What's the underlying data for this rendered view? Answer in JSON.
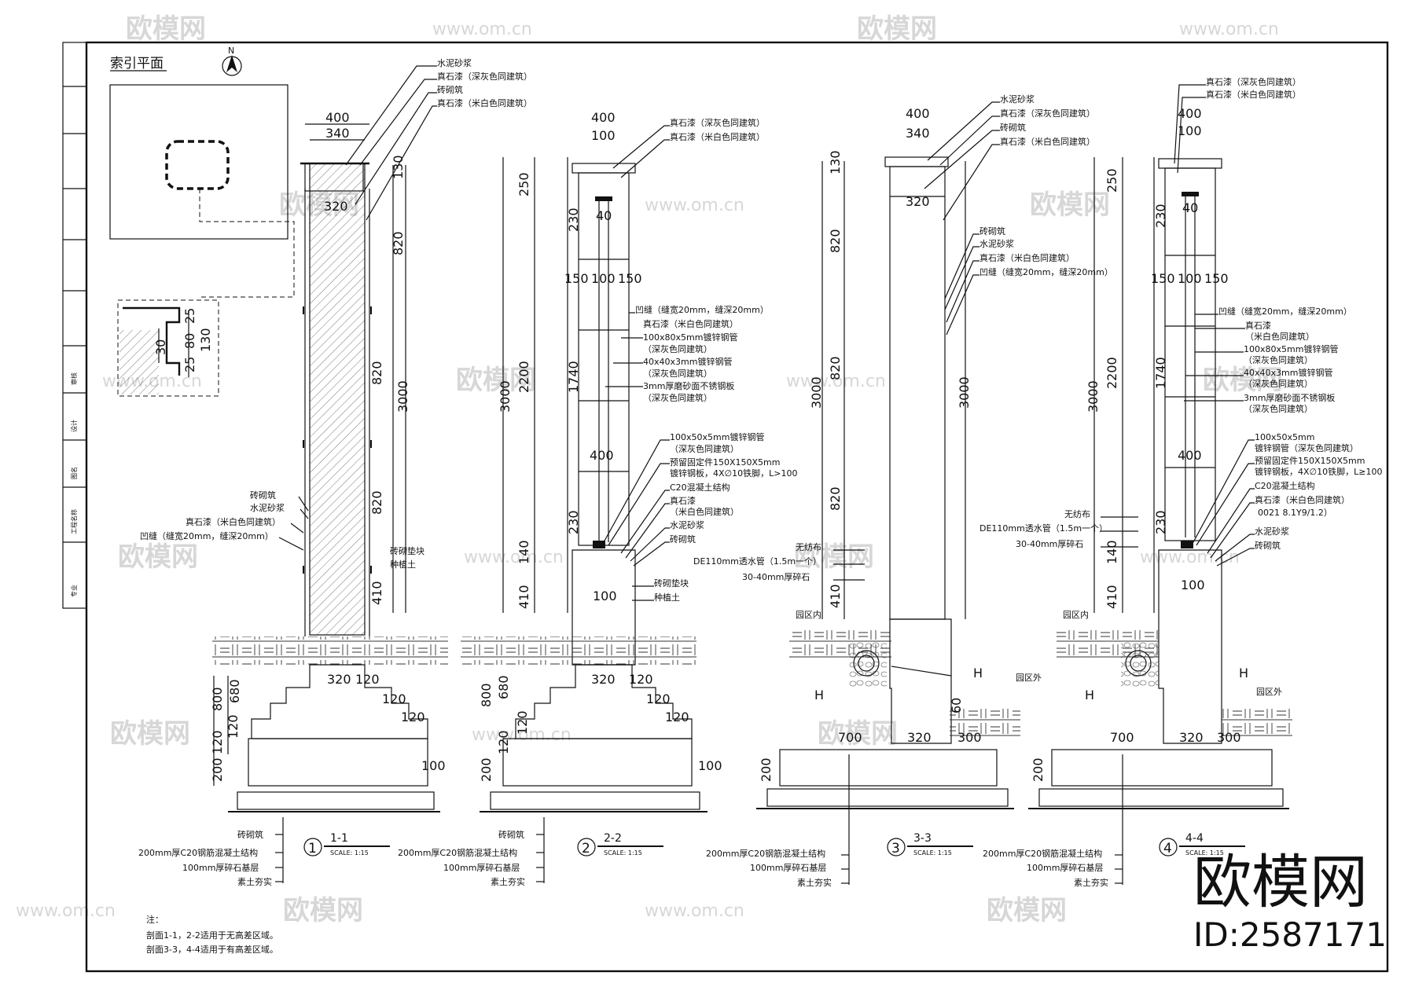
{
  "index_plan": {
    "title": "索引平面",
    "north_label": "N"
  },
  "detail": {
    "dims": [
      "25",
      "80",
      "25",
      "130",
      "30"
    ]
  },
  "sections": [
    {
      "number": "1",
      "title": "1-1",
      "scale": "SCALE:  1:15",
      "top_dims": [
        "400",
        "340",
        "320"
      ],
      "side_dims": [
        "130",
        "820",
        "820",
        "820",
        "3000",
        "410",
        "800",
        "680",
        "120",
        "120",
        "200"
      ],
      "base_dims": [
        "320",
        "120",
        "120",
        "120",
        "100"
      ],
      "top_labels": [
        "水泥砂浆",
        "真石漆（深灰色同建筑）",
        "砖砌筑",
        "真石漆（米白色同建筑）"
      ],
      "side_labels": [
        "砖砌筑",
        "水泥砂浆",
        "真石漆（米白色同建筑）",
        "凹缝（缝宽20mm，缝深20mm）"
      ],
      "right_labels": [
        "砖砌垫块",
        "种植土"
      ],
      "bottom_labels": [
        "砖砌筑",
        "200mm厚C20钢筋混凝土结构",
        "100mm厚碎石基层",
        "素土夯实"
      ]
    },
    {
      "number": "2",
      "title": "2-2",
      "scale": "SCALE:  1:15",
      "top_dims": [
        "400",
        "100",
        "40",
        "150",
        "100",
        "150",
        "400"
      ],
      "side_dims": [
        "250",
        "230",
        "1740",
        "2200",
        "3000",
        "230",
        "140",
        "410",
        "800",
        "680",
        "120",
        "120",
        "200",
        "100"
      ],
      "base_dims": [
        "320",
        "120",
        "120",
        "120",
        "100"
      ],
      "top_labels": [
        "真石漆（深灰色同建筑）",
        "真石漆（米白色同建筑）"
      ],
      "right_labels": [
        "凹缝（缝宽20mm，缝深20mm）",
        "真石漆（米白色同建筑）",
        "100x80x5mm镀锌钢管",
        "（深灰色同建筑）",
        "40x40x3mm镀锌钢管",
        "（深灰色同建筑）",
        "3mm厚磨砂面不锈钢板",
        "（深灰色同建筑）",
        "100x50x5mm镀锌钢管",
        "（深灰色同建筑）",
        "预留固定件150X150X5mm",
        "镀锌钢板，4X∅10铁脚，L>100",
        "C20混凝土结构",
        "真石漆",
        "（米白色同建筑）",
        "水泥砂浆",
        "砖砌筑",
        "砖砌垫块",
        "种植土"
      ],
      "bottom_labels": [
        "砖砌筑",
        "200mm厚C20钢筋混凝土结构",
        "100mm厚碎石基层",
        "素土夯实"
      ]
    },
    {
      "number": "3",
      "title": "3-3",
      "scale": "SCALE:  1:15",
      "top_dims": [
        "400",
        "340",
        "320"
      ],
      "side_dims": [
        "130",
        "820",
        "820",
        "820",
        "3000",
        "410",
        "3000",
        "H",
        "H",
        "200",
        "60"
      ],
      "base_dims": [
        "700",
        "320",
        "300"
      ],
      "top_labels": [
        "水泥砂浆",
        "真石漆（深灰色同建筑）",
        "砖砌筑",
        "真石漆（米白色同建筑）"
      ],
      "right_labels": [
        "砖砌筑",
        "水泥砂浆",
        "真石漆（米白色同建筑）",
        "凹缝（缝宽20mm，缝深20mm）",
        "园区外"
      ],
      "left_labels": [
        "无纺布",
        "DE110mm透水管（1.5m一个）",
        "30-40mm厚碎石",
        "园区内"
      ],
      "bottom_labels": [
        "200mm厚C20钢筋混凝土结构",
        "100mm厚碎石基层",
        "素土夯实"
      ]
    },
    {
      "number": "4",
      "title": "4-4",
      "scale": "SCALE:  1:15",
      "top_dims": [
        "400",
        "100",
        "40",
        "150",
        "100",
        "150",
        "400"
      ],
      "side_dims": [
        "250",
        "230",
        "1740",
        "2200",
        "3000",
        "230",
        "140",
        "410",
        "H",
        "H",
        "200"
      ],
      "base_dims": [
        "700",
        "320",
        "300",
        "100"
      ],
      "top_labels": [
        "真石漆（深灰色同建筑）",
        "真石漆（米白色同建筑）"
      ],
      "right_labels": [
        "凹缝（缝宽20mm，缝深20mm）",
        "真石漆",
        "（米白色同建筑）",
        "100x80x5mm镀锌钢管",
        "（深灰色同建筑）",
        "40x40x3mm镀锌钢管",
        "（深灰色同建筑）",
        "3mm厚磨砂面不锈钢板",
        "（深灰色同建筑）",
        "100x50x5mm",
        "镀锌钢管（深灰色同建筑）",
        "预留固定件150X150X5mm",
        "镀锌钢板，4X∅10铁脚，L≥100",
        "C20混凝土结构",
        "真石漆（米白色同建筑）",
        "0021 8.1Y9/1.2）",
        "水泥砂浆",
        "砖砌筑",
        "园区外"
      ],
      "left_labels": [
        "无纺布",
        "DE110mm透水管（1.5m一个）",
        "30-40mm厚碎石",
        "园区内"
      ],
      "bottom_labels": [
        "200mm厚C20钢筋混凝土结构",
        "100mm厚碎石基层",
        "素土夯实"
      ]
    }
  ],
  "notes": {
    "title": "注：",
    "lines": [
      "剖面1-1，2-2适用于无高差区域。",
      "剖面3-3，4-4适用于有高差区域。"
    ]
  },
  "watermark": {
    "brand": "欧模网",
    "url": "www.om.cn",
    "id": "ID:2587171"
  },
  "title_block": [
    "专业",
    "工程名称",
    "图名",
    "设计",
    "审核"
  ]
}
